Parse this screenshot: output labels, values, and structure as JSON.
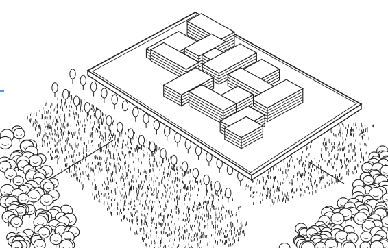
{
  "image": {
    "background": "#ffffff",
    "line_color": "#1f1f1f",
    "fill_color": "#ffffff",
    "accent_mark_color": "#2f79c9"
  },
  "diagram": {
    "elements": [
      {
        "name": "site-platform",
        "kind": "base"
      },
      {
        "name": "buildings",
        "kind": "stacked-slabs"
      },
      {
        "name": "street-trees",
        "kind": "tree-row"
      },
      {
        "name": "meadow-left",
        "kind": "grass-texture"
      },
      {
        "name": "meadow-right",
        "kind": "grass-texture"
      },
      {
        "name": "forest-left",
        "kind": "tree-cluster"
      },
      {
        "name": "forest-right",
        "kind": "tree-cluster"
      },
      {
        "name": "leader-lines",
        "kind": "pointer-lines"
      }
    ]
  }
}
